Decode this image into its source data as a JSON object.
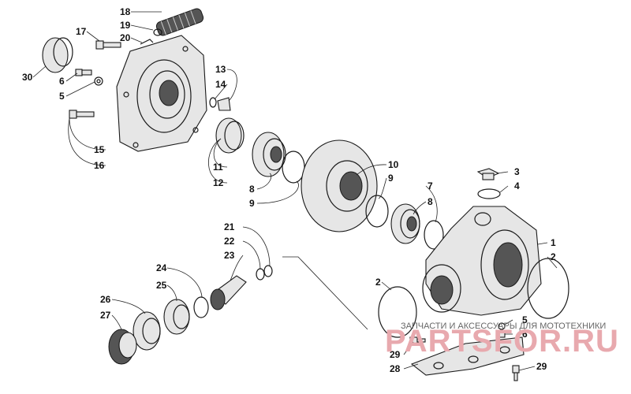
{
  "diagram": {
    "callouts": [
      {
        "id": "c18",
        "label": "18"
      },
      {
        "id": "c19",
        "label": "19"
      },
      {
        "id": "c20",
        "label": "20"
      },
      {
        "id": "c17",
        "label": "17"
      },
      {
        "id": "c30",
        "label": "30"
      },
      {
        "id": "c6a",
        "label": "6"
      },
      {
        "id": "c5a",
        "label": "5"
      },
      {
        "id": "c13",
        "label": "13"
      },
      {
        "id": "c14",
        "label": "14"
      },
      {
        "id": "c15",
        "label": "15"
      },
      {
        "id": "c16",
        "label": "16"
      },
      {
        "id": "c11",
        "label": "11"
      },
      {
        "id": "c12",
        "label": "12"
      },
      {
        "id": "c8a",
        "label": "8"
      },
      {
        "id": "c9a",
        "label": "9"
      },
      {
        "id": "c10",
        "label": "10"
      },
      {
        "id": "c9b",
        "label": "9"
      },
      {
        "id": "c7",
        "label": "7"
      },
      {
        "id": "c8b",
        "label": "8"
      },
      {
        "id": "c3",
        "label": "3"
      },
      {
        "id": "c4",
        "label": "4"
      },
      {
        "id": "c1",
        "label": "1"
      },
      {
        "id": "c2a",
        "label": "2"
      },
      {
        "id": "c2b",
        "label": "2"
      },
      {
        "id": "c21",
        "label": "21"
      },
      {
        "id": "c22",
        "label": "22"
      },
      {
        "id": "c23",
        "label": "23"
      },
      {
        "id": "c24",
        "label": "24"
      },
      {
        "id": "c25",
        "label": "25"
      },
      {
        "id": "c26",
        "label": "26"
      },
      {
        "id": "c27",
        "label": "27"
      },
      {
        "id": "c5b",
        "label": "5"
      },
      {
        "id": "c6b",
        "label": "6"
      },
      {
        "id": "c29a",
        "label": "29"
      },
      {
        "id": "c28",
        "label": "28"
      },
      {
        "id": "c29b",
        "label": "29"
      }
    ]
  },
  "watermark": {
    "caption": "ЗАПЧАСТИ И АКСЕССУАРЫ ДЛЯ МОТОТЕХНИКИ",
    "logo": "PARTSFOR.RU",
    "color": "#e8a9ae"
  }
}
